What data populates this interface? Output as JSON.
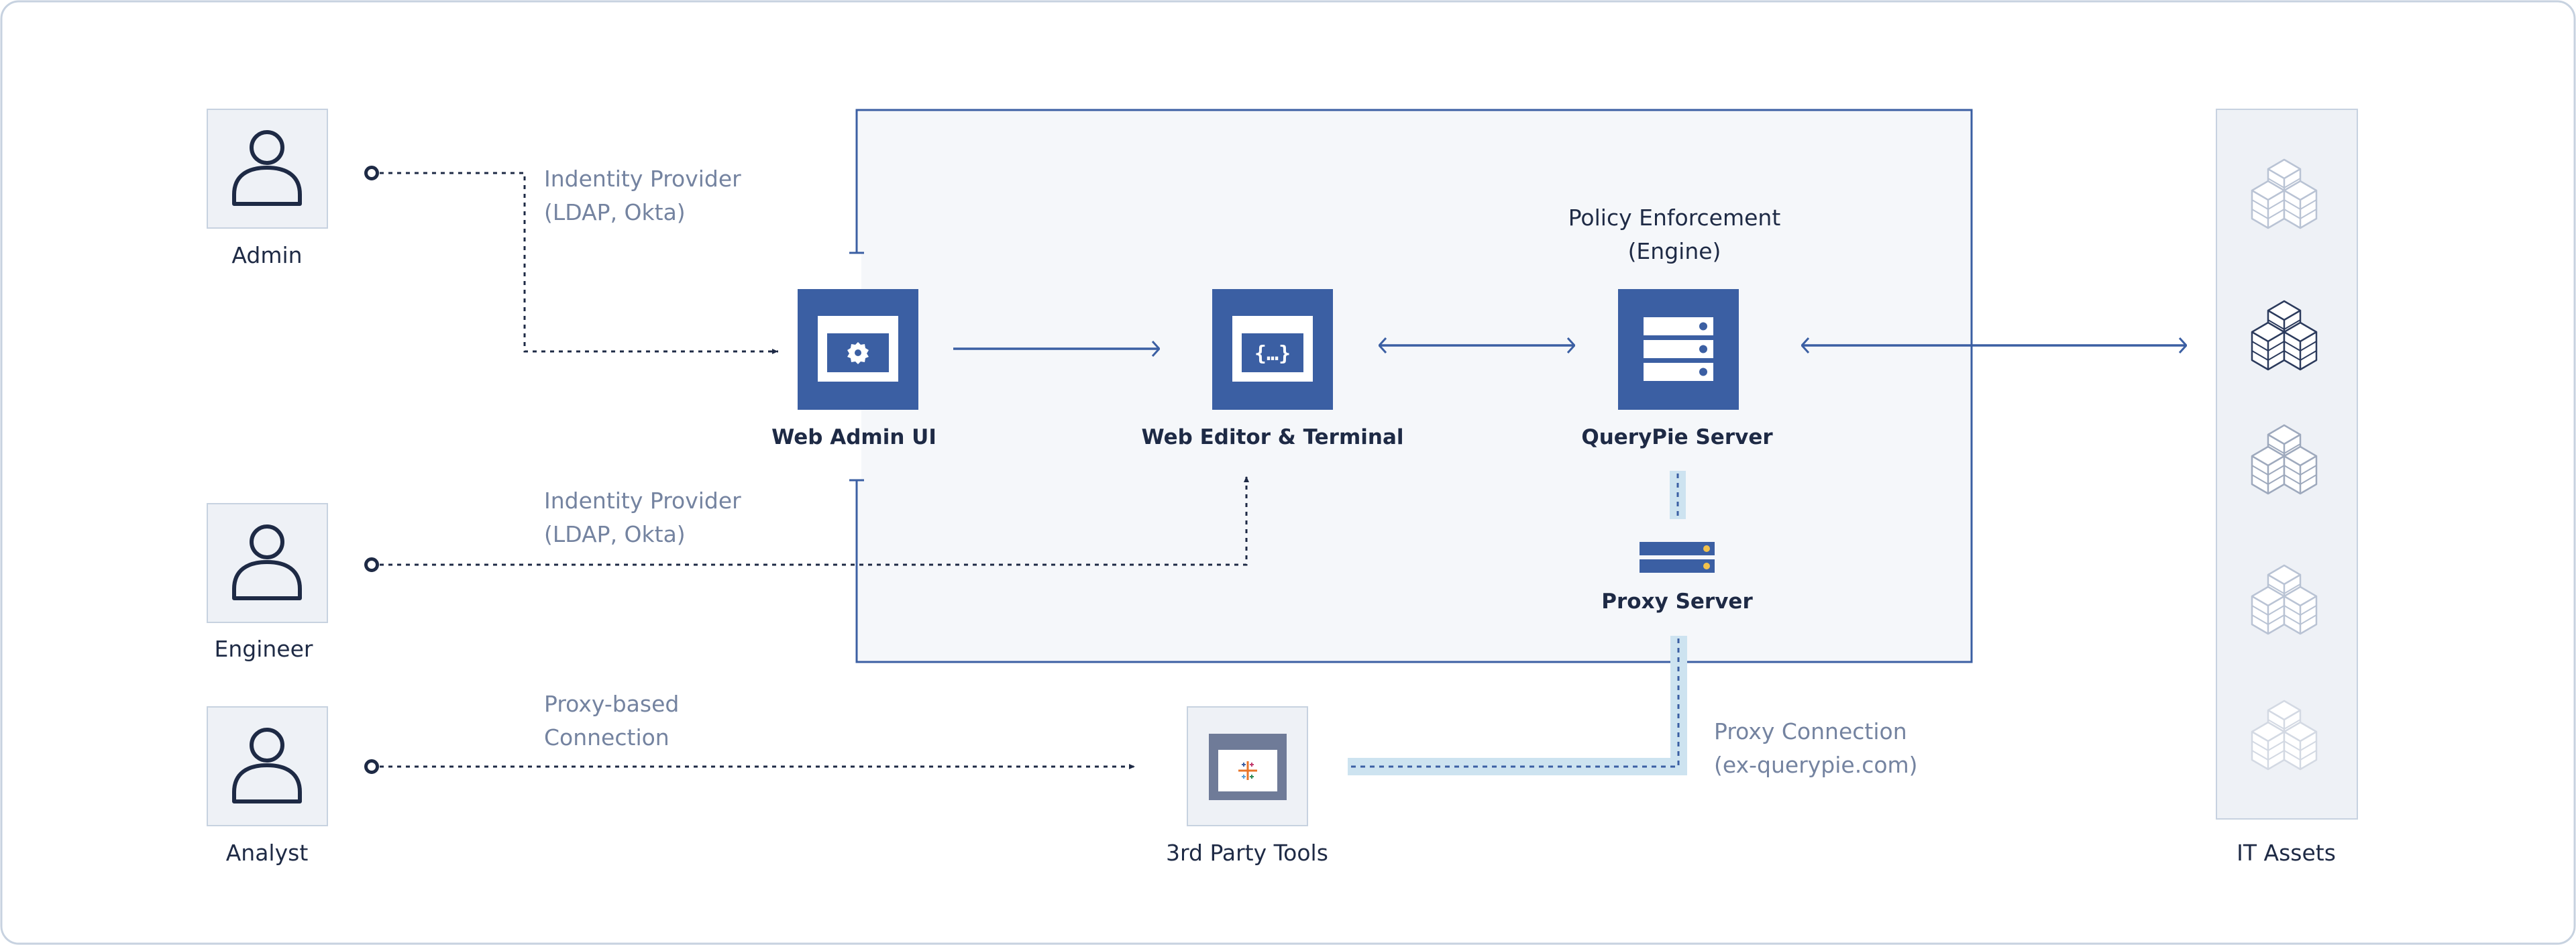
{
  "actors": [
    {
      "label": "Admin"
    },
    {
      "label": "Engineer"
    },
    {
      "label": "Analyst"
    }
  ],
  "connections": {
    "admin_idp_line1": "Indentity Provider",
    "admin_idp_line2": "(LDAP, Okta)",
    "engineer_idp_line1": "Indentity Provider",
    "engineer_idp_line2": "(LDAP, Okta)",
    "analyst_proxy_line1": "Proxy-based",
    "analyst_proxy_line2": "Connection",
    "proxy_connection_line1": "Proxy Connection",
    "proxy_connection_line2": "(ex-querypie.com)"
  },
  "components": {
    "web_admin_ui": "Web Admin UI",
    "web_editor_terminal": "Web Editor & Terminal",
    "policy_line1": "Policy Enforcement",
    "policy_line2": "(Engine)",
    "querypie_server": "QueryPie Server",
    "proxy_server": "Proxy Server",
    "third_party_tools": "3rd Party Tools",
    "it_assets": "IT Assets"
  },
  "icon_names": {
    "web_admin_ui": "gear-window-icon",
    "web_editor_terminal": "code-window-icon",
    "querypie_server": "server-stack-icon",
    "proxy_server": "proxy-server-icon",
    "third_party_tools": "tableau-icon",
    "it_assets": "cube-stack-icon",
    "actors": "user-icon"
  },
  "colors": {
    "primary": "#3b5fa3",
    "dark": "#1e2a45",
    "muted": "#7483a0",
    "panel": "#f5f7fa",
    "tile": "#eef1f6",
    "proxy_band": "#cde3f0"
  }
}
